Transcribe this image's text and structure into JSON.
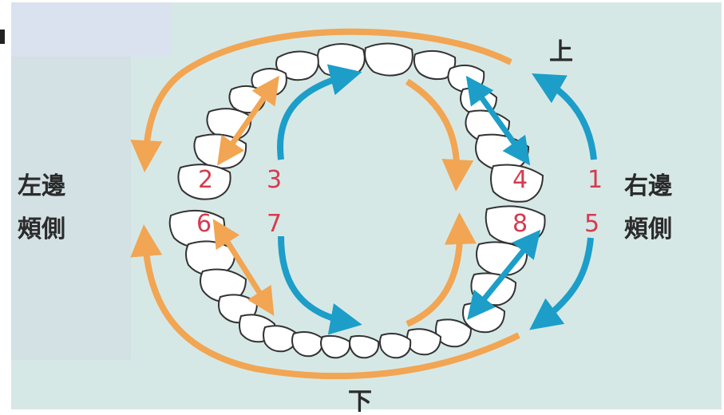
{
  "labels": {
    "top": "上",
    "bottom": "下",
    "left_side": "左邊",
    "right_side": "右邊",
    "left_cheek": "頰側",
    "right_cheek": "頰側"
  },
  "numbers": [
    "2",
    "3",
    "4",
    "1",
    "6",
    "7",
    "8",
    "5"
  ],
  "colors": {
    "orange_arrow": "#f2a552",
    "blue_arrow": "#1c9ec9",
    "number_red": "#d53b4f",
    "background": "#d6e8e6"
  }
}
